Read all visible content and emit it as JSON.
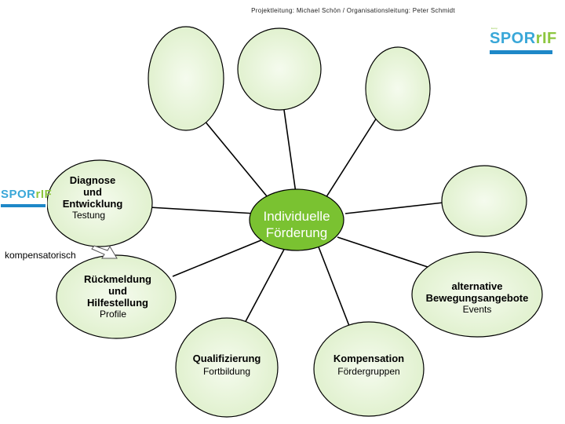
{
  "header": {
    "text": "Projektleitung: Michael Schön / Organisationsleitung: Peter Schmidt"
  },
  "logos": {
    "top_right": {
      "word_main": "SPOR",
      "word_accent": "rIF"
    },
    "left": {
      "word_main": "SPOR",
      "word_accent": "rIF"
    }
  },
  "center": {
    "line1": "Individuelle",
    "line2": "Förderung"
  },
  "nodes": {
    "diagnose": {
      "title_line1": "Diagnose",
      "title_line2": "und",
      "title_line3": "Entwicklung",
      "sub": "Testung"
    },
    "rueckmeldung": {
      "title_line1": "Rückmeldung",
      "title_line2": "und",
      "title_line3": "Hilfestellung",
      "sub": "Profile"
    },
    "qualifizierung": {
      "title": "Qualifizierung",
      "sub": "Fortbildung"
    },
    "kompensation": {
      "title": "Kompensation",
      "sub": "Fördergruppen"
    },
    "alternative": {
      "title_line1": "alternative",
      "title_line2": "Bewegungsangebote",
      "sub": "Events"
    }
  },
  "arrow_label": "kompensatorisch",
  "colors": {
    "node_fill": "#e8f4d8",
    "center_fill": "#7ac231",
    "line": "#000000",
    "logo_blue": "#39a7d8",
    "logo_green": "#8dc63f"
  }
}
